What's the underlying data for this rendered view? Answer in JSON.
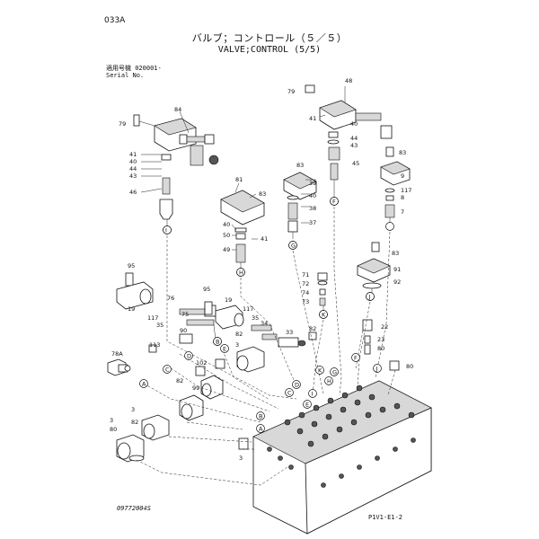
{
  "header": {
    "page_code": "033A",
    "title_jp": "バルブ；コントロール（５／５）",
    "title_en": "VALVE;CONTROL (5/5)",
    "serial_jp": "適用号機  020001-",
    "serial_en": "Serial No."
  },
  "footer": {
    "drawing_no": "09772004S",
    "sheet_code": "P1V1-E1-2"
  },
  "part_labels": [
    "84",
    "79",
    "41",
    "40",
    "44",
    "43",
    "46",
    "81",
    "83",
    "40",
    "50",
    "49",
    "41",
    "83",
    "39",
    "40",
    "38",
    "37",
    "48",
    "79",
    "41",
    "40",
    "44",
    "43",
    "45",
    "83",
    "9",
    "117",
    "8",
    "7",
    "83",
    "91",
    "92",
    "71",
    "72",
    "74",
    "73",
    "95",
    "19",
    "117",
    "35",
    "76",
    "75",
    "95",
    "19",
    "117",
    "35",
    "34",
    "33",
    "90",
    "113",
    "78A",
    "102",
    "82",
    "3",
    "99",
    "82",
    "3",
    "82",
    "3",
    "80",
    "22",
    "23",
    "80",
    "80",
    "82",
    "3"
  ],
  "callouts": [
    "I",
    "H",
    "G",
    "F",
    "J",
    "K",
    "B",
    "C",
    "D",
    "E",
    "A",
    "B",
    "C",
    "D",
    "E",
    "A",
    "F",
    "G",
    "H",
    "I",
    "J",
    "K"
  ]
}
